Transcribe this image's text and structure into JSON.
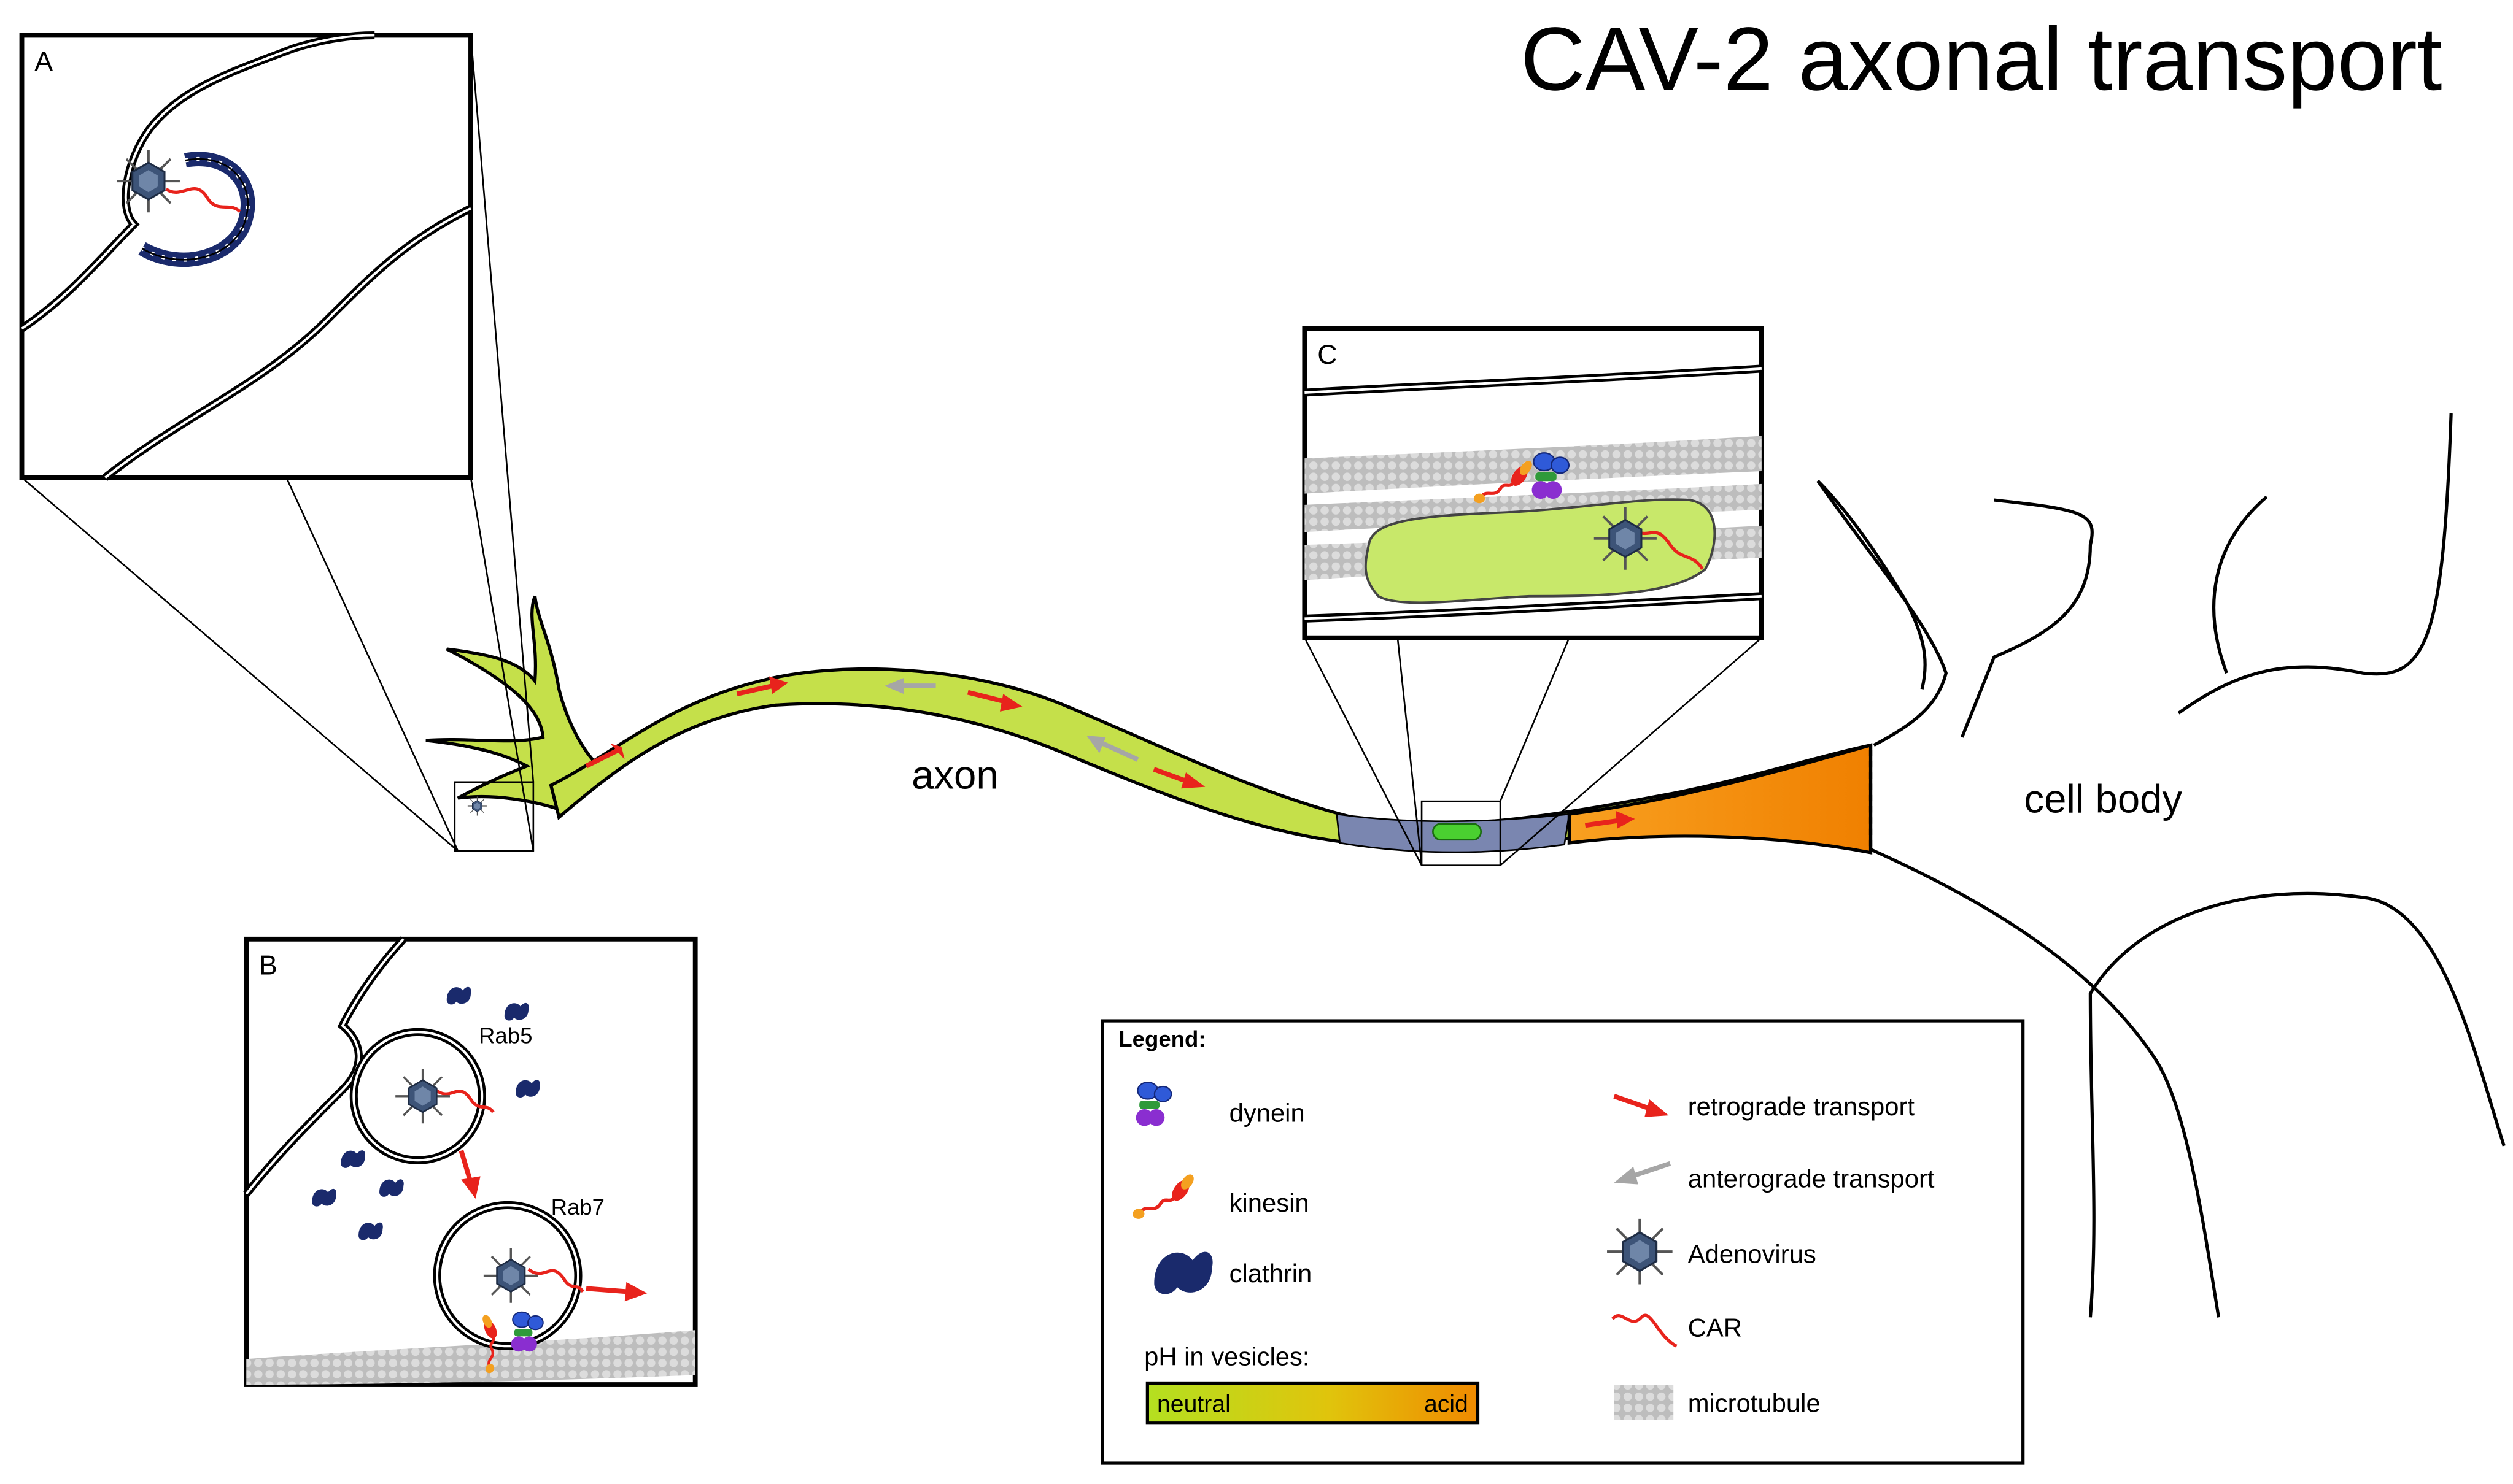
{
  "title": "CAV-2 axonal transport",
  "labels": {
    "axon": "axon",
    "cell_body": "cell body",
    "panel_a": "A",
    "panel_b": "B",
    "panel_c": "C",
    "rab5": "Rab5",
    "rab7": "Rab7"
  },
  "legend": {
    "heading": "Legend:",
    "items": {
      "dynein": "dynein",
      "kinesin": "kinesin",
      "clathrin": "clathrin",
      "retrograde": "retrograde transport",
      "anterograde": "anterograde transport",
      "adenovirus": "Adenovirus",
      "car": "CAR",
      "microtubule": "microtubule"
    },
    "ph_heading": "pH in vesicles:",
    "ph_neutral": "neutral",
    "ph_acid": "acid"
  },
  "colors": {
    "axon_fill": "#c5e04a",
    "vesicle_fill": "#c8e86a",
    "acid": "#f08a00",
    "arrow_retro": "#e8231c",
    "arrow_antero": "#a6a6a6",
    "microtubule": "#c8c8c8",
    "clathrin": "#1a2a6c",
    "virus": "#3d5478",
    "dynein_blue": "#2f5ad8",
    "dynein_purple": "#8a2ed0",
    "dynein_green": "#2f9a3a",
    "kinesin_red": "#e8231c",
    "kinesin_orange": "#f4a020"
  }
}
